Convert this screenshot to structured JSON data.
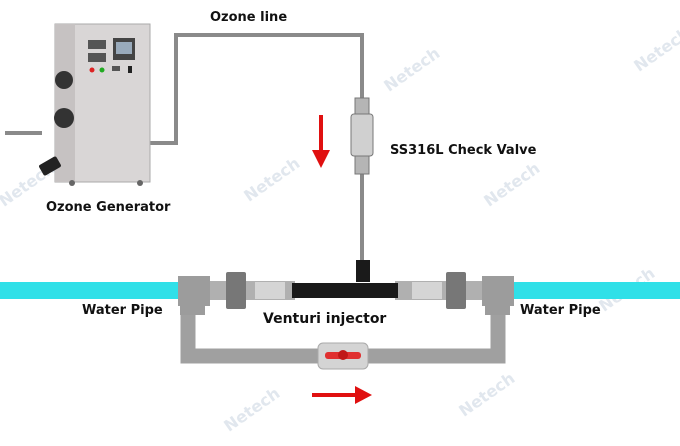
{
  "labels": {
    "ozone_line": "Ozone line",
    "check_valve": "SS316L Check Valve",
    "ozone_generator": "Ozone Generator",
    "water_pipe_left": "Water Pipe",
    "venturi_injector": "Venturi injector",
    "water_pipe_right": "Water Pipe"
  },
  "watermark": "Netech",
  "colors": {
    "water": "#2fe0e8",
    "pipe": "#9a9a9a",
    "ozone_line": "#8a8a8a",
    "arrow": "#e01010",
    "venturi": "#1a1a1a"
  },
  "flow_arrows": [
    "down",
    "right"
  ]
}
